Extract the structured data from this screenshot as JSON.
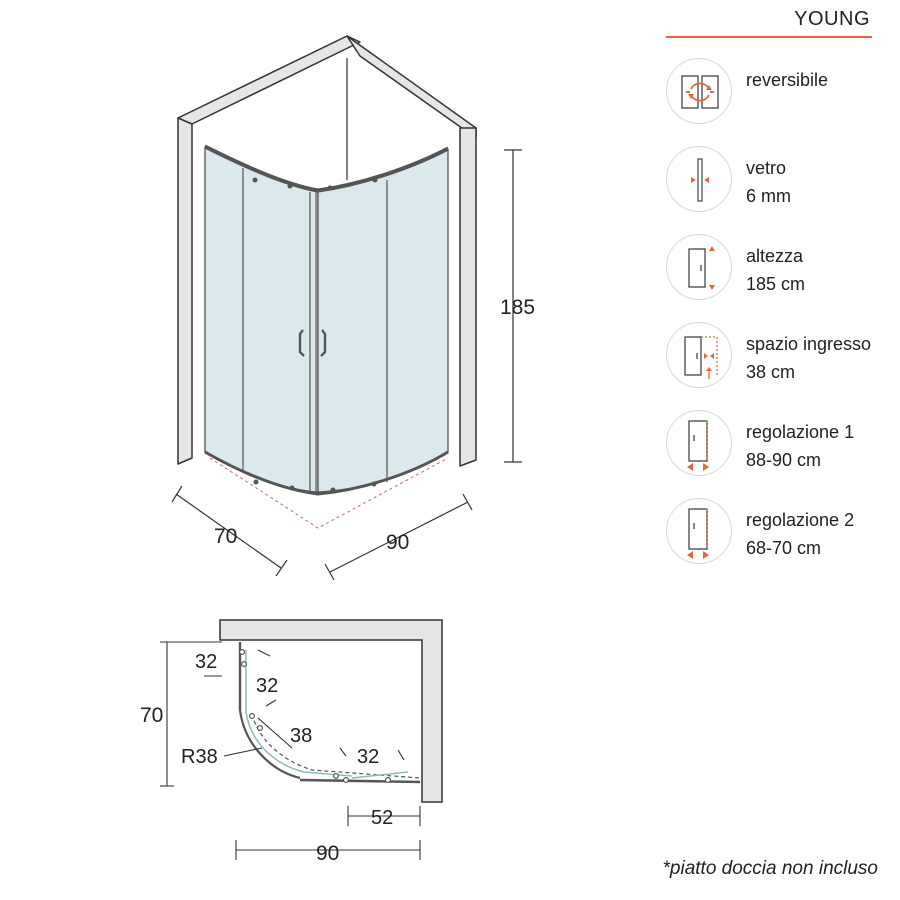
{
  "brand": "YOUNG",
  "specs": [
    {
      "icon": "reversible-icon",
      "line1": "reversibile",
      "line2": ""
    },
    {
      "icon": "glass-thickness-icon",
      "line1": "vetro",
      "line2": "6 mm"
    },
    {
      "icon": "height-icon",
      "line1": "altezza",
      "line2": "185 cm"
    },
    {
      "icon": "entry-space-icon",
      "line1": "spazio ingresso",
      "line2": "38 cm"
    },
    {
      "icon": "adjustment-1-icon",
      "line1": "regolazione 1",
      "line2": "88-90 cm"
    },
    {
      "icon": "adjustment-2-icon",
      "line1": "regolazione 2",
      "line2": "68-70 cm"
    }
  ],
  "iso_view": {
    "height": "185",
    "depth": "70",
    "width": "90"
  },
  "plan_view": {
    "side_depth": "70",
    "top_offset": "32",
    "door_left": "32",
    "entry": "38",
    "door_right": "32",
    "radius": "R38",
    "straight": "52",
    "width": "90"
  },
  "note": "*piatto doccia non incluso",
  "colors": {
    "accent": "#e8663a",
    "wall": "#e6e6e6",
    "glass": "#dbe9ec",
    "line": "#333333"
  }
}
